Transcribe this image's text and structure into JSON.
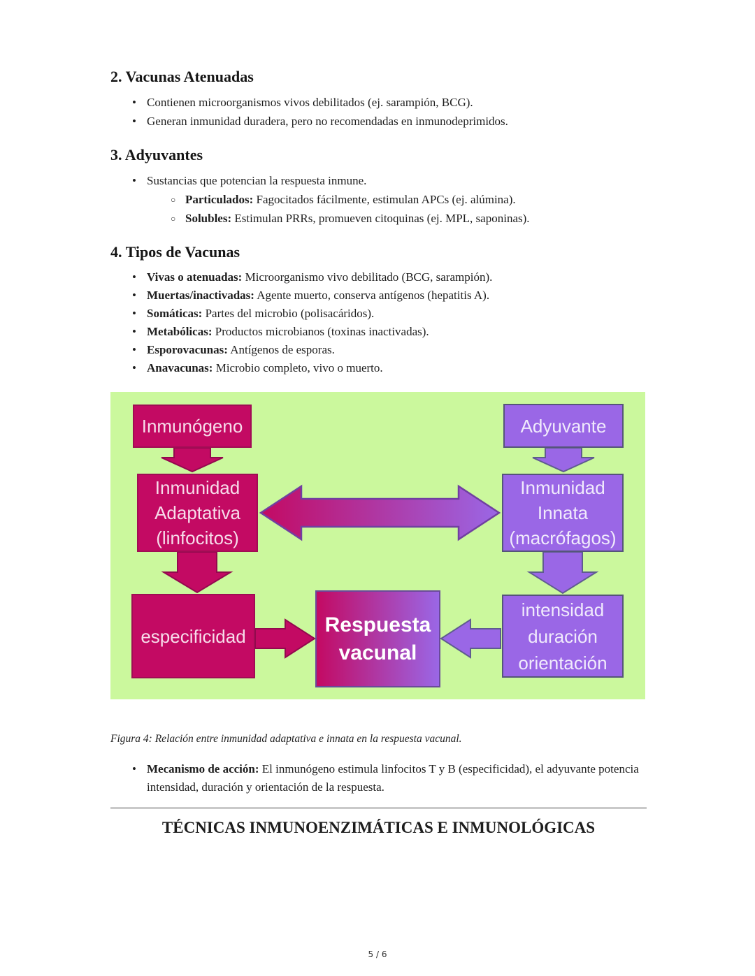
{
  "sections": {
    "s2": {
      "heading": "2. Vacunas Atenuadas",
      "bullets": [
        "Contienen microorganismos vivos debilitados (ej. sarampión, BCG).",
        "Generan inmunidad duradera, pero no recomendadas en inmunodeprimidos."
      ]
    },
    "s3": {
      "heading": "3. Adyuvantes",
      "intro": "Sustancias que potencian la respuesta inmune.",
      "sub": [
        {
          "label": "Particulados:",
          "text": "Fagocitados fácilmente, estimulan APCs (ej. alúmina)."
        },
        {
          "label": "Solubles:",
          "text": "Estimulan PRRs, promueven citoquinas (ej. MPL, saponinas)."
        }
      ]
    },
    "s4": {
      "heading": "4. Tipos de Vacunas",
      "bullets": [
        {
          "label": "Vivas o atenuadas:",
          "text": "Microorganismo vivo debilitado (BCG, sarampión)."
        },
        {
          "label": "Muertas/inactivadas:",
          "text": "Agente muerto, conserva antígenos (hepatitis A)."
        },
        {
          "label": "Somáticas:",
          "text": "Partes del microbio (polisacáridos)."
        },
        {
          "label": "Metabólicas:",
          "text": "Productos microbianos (toxinas inactivadas)."
        },
        {
          "label": "Esporovacunas:",
          "text": "Antígenos de esporas."
        },
        {
          "label": "Anavacunas:",
          "text": "Microbio completo, vivo o muerto."
        }
      ]
    }
  },
  "figure": {
    "boxes": {
      "inmunogeno": "Inmunógeno",
      "adyuvante": "Adyuvante",
      "adaptativa": [
        "Inmunidad",
        "Adaptativa",
        "(linfocitos)"
      ],
      "innata": [
        "Inmunidad",
        "Innata",
        "(macrófagos)"
      ],
      "especificidad": "especificidad",
      "respuesta": [
        "Respuesta",
        "vacunal"
      ],
      "intensidad": [
        "intensidad",
        "duración",
        "orientación"
      ]
    },
    "colors": {
      "background": "#cbf89d",
      "crimson": "#c30a63",
      "purple": "#9a67e6"
    },
    "caption": "Figura 4: Relación entre inmunidad adaptativa e innata en la respuesta vacunal."
  },
  "mechanism": {
    "label": "Mecanismo de acción:",
    "text": "El inmunógeno estimula linfocitos T y B (especificidad), el adyuvante potencia intensidad, duración y orientación de la respuesta."
  },
  "footer_heading": "TÉCNICAS INMUNOENZIMÁTICAS E INMUNOLÓGICAS",
  "page_number": "5 / 6"
}
